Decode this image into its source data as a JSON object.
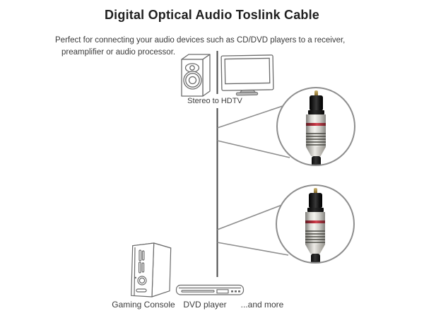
{
  "title": "Digital Optical Audio Toslink Cable",
  "description": {
    "line1": "Perfect for connecting your audio devices such as CD/DVD players to a receiver,",
    "line2": "preamplifier or audio processor."
  },
  "diagram": {
    "top_label": "Stereo to HDTV",
    "bottom_labels": {
      "gaming_console": "Gaming Console",
      "dvd_player": "DVD player",
      "and_more": "...and more"
    },
    "illustrations": {
      "speaker": "stereo-speaker-illustration",
      "tv": "hdtv-illustration",
      "console": "gaming-console-illustration",
      "dvd": "dvd-player-illustration"
    },
    "callouts": {
      "top": "toslink-connector-photo",
      "bottom": "toslink-connector-photo"
    }
  },
  "colors": {
    "title_text": "#202020",
    "body_text": "#3a3a3a",
    "cable_line": "#4a4a4a",
    "callout_line": "#8e8e8e",
    "illustration_stroke": "#6b6b6b",
    "connector_ring_red": "#c03240",
    "connector_metal": "#e9e8e3",
    "connector_black": "#151515",
    "connector_pin_gold": "#ab9148"
  }
}
